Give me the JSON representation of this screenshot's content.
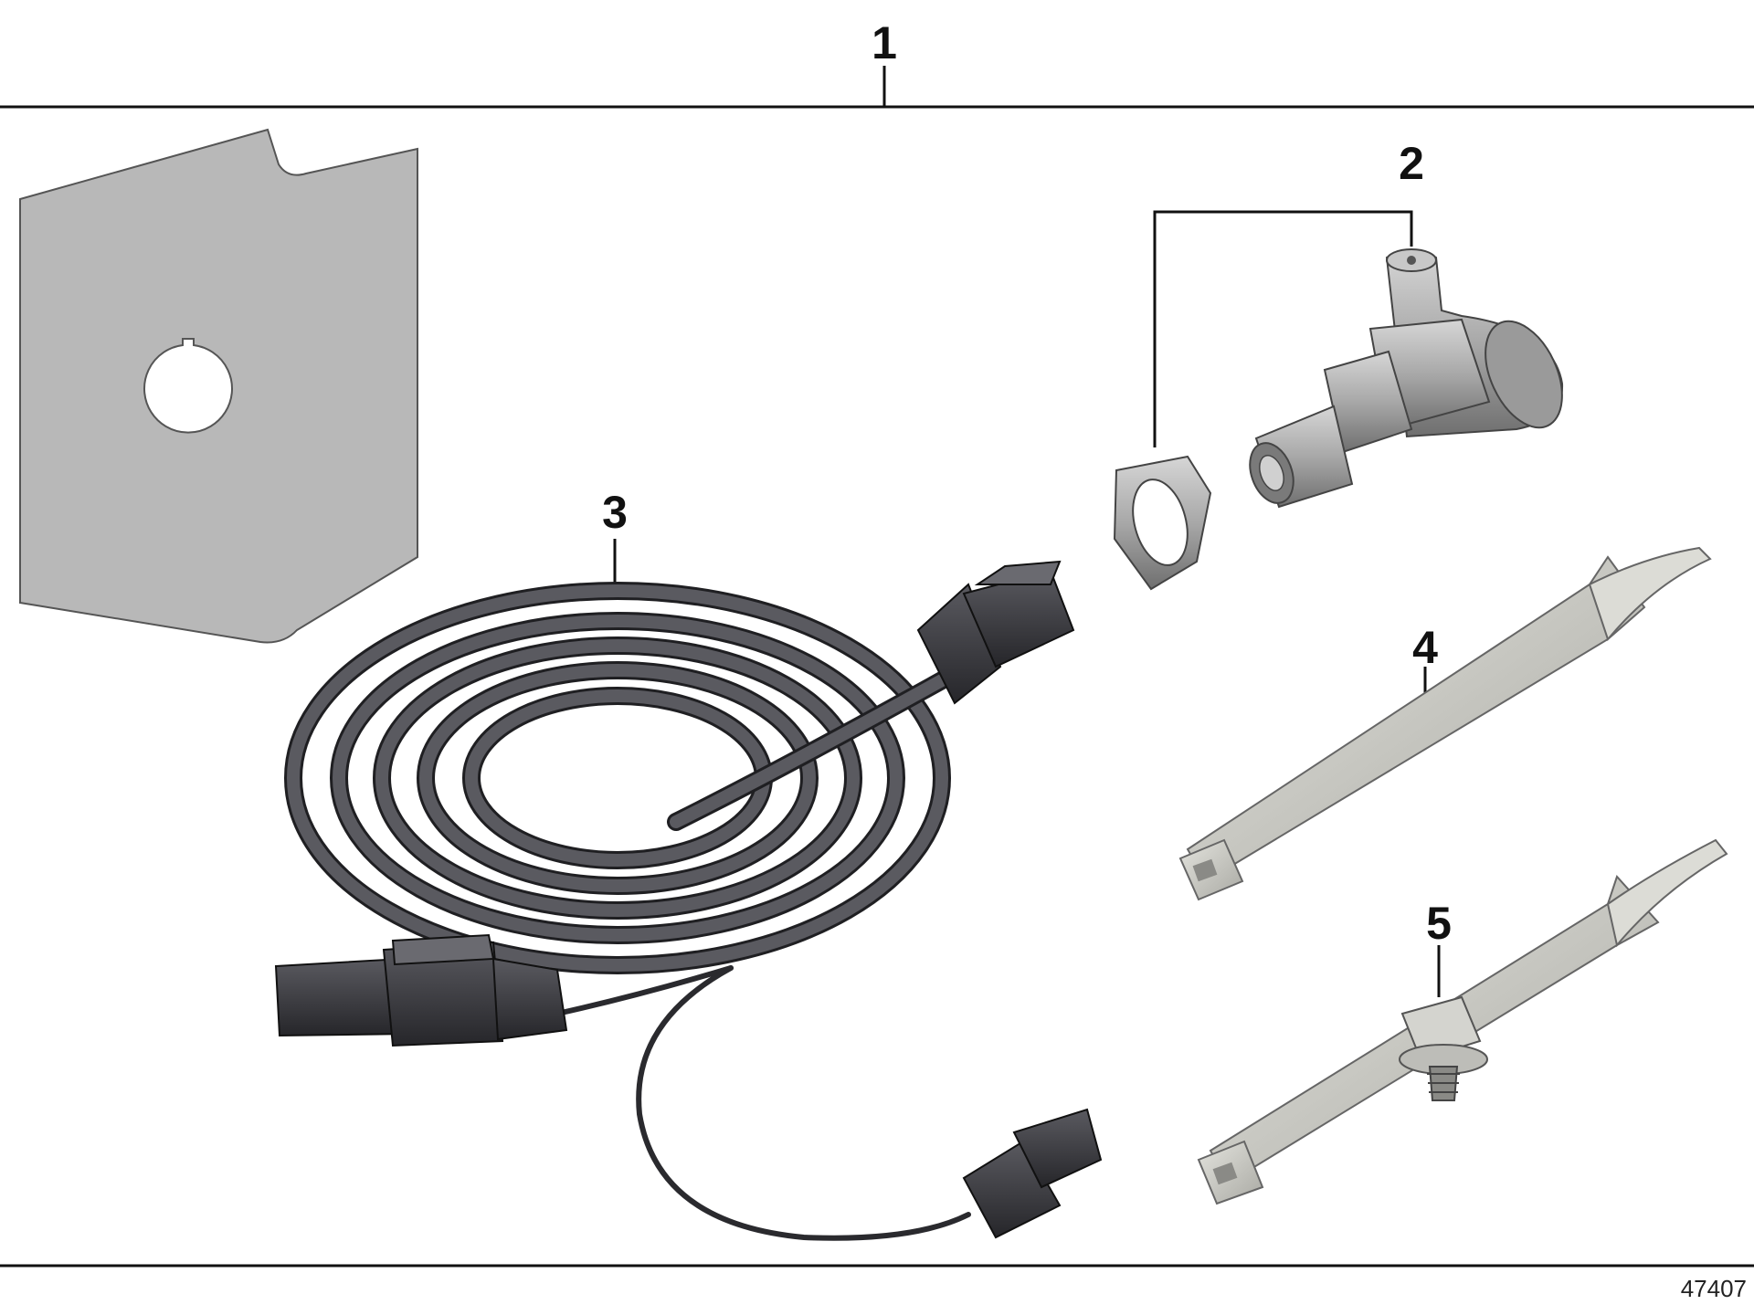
{
  "callouts": {
    "c1": "1",
    "c2": "2",
    "c3": "3",
    "c4": "4",
    "c5": "5"
  },
  "reference_number": "47407",
  "colors": {
    "line": "#111111",
    "template_fill": "#b8b8b8",
    "cable": "#4a4a50",
    "connector": "#3a3a3e",
    "metal": "#a6a6a6",
    "tie": "#c9c9c4"
  }
}
